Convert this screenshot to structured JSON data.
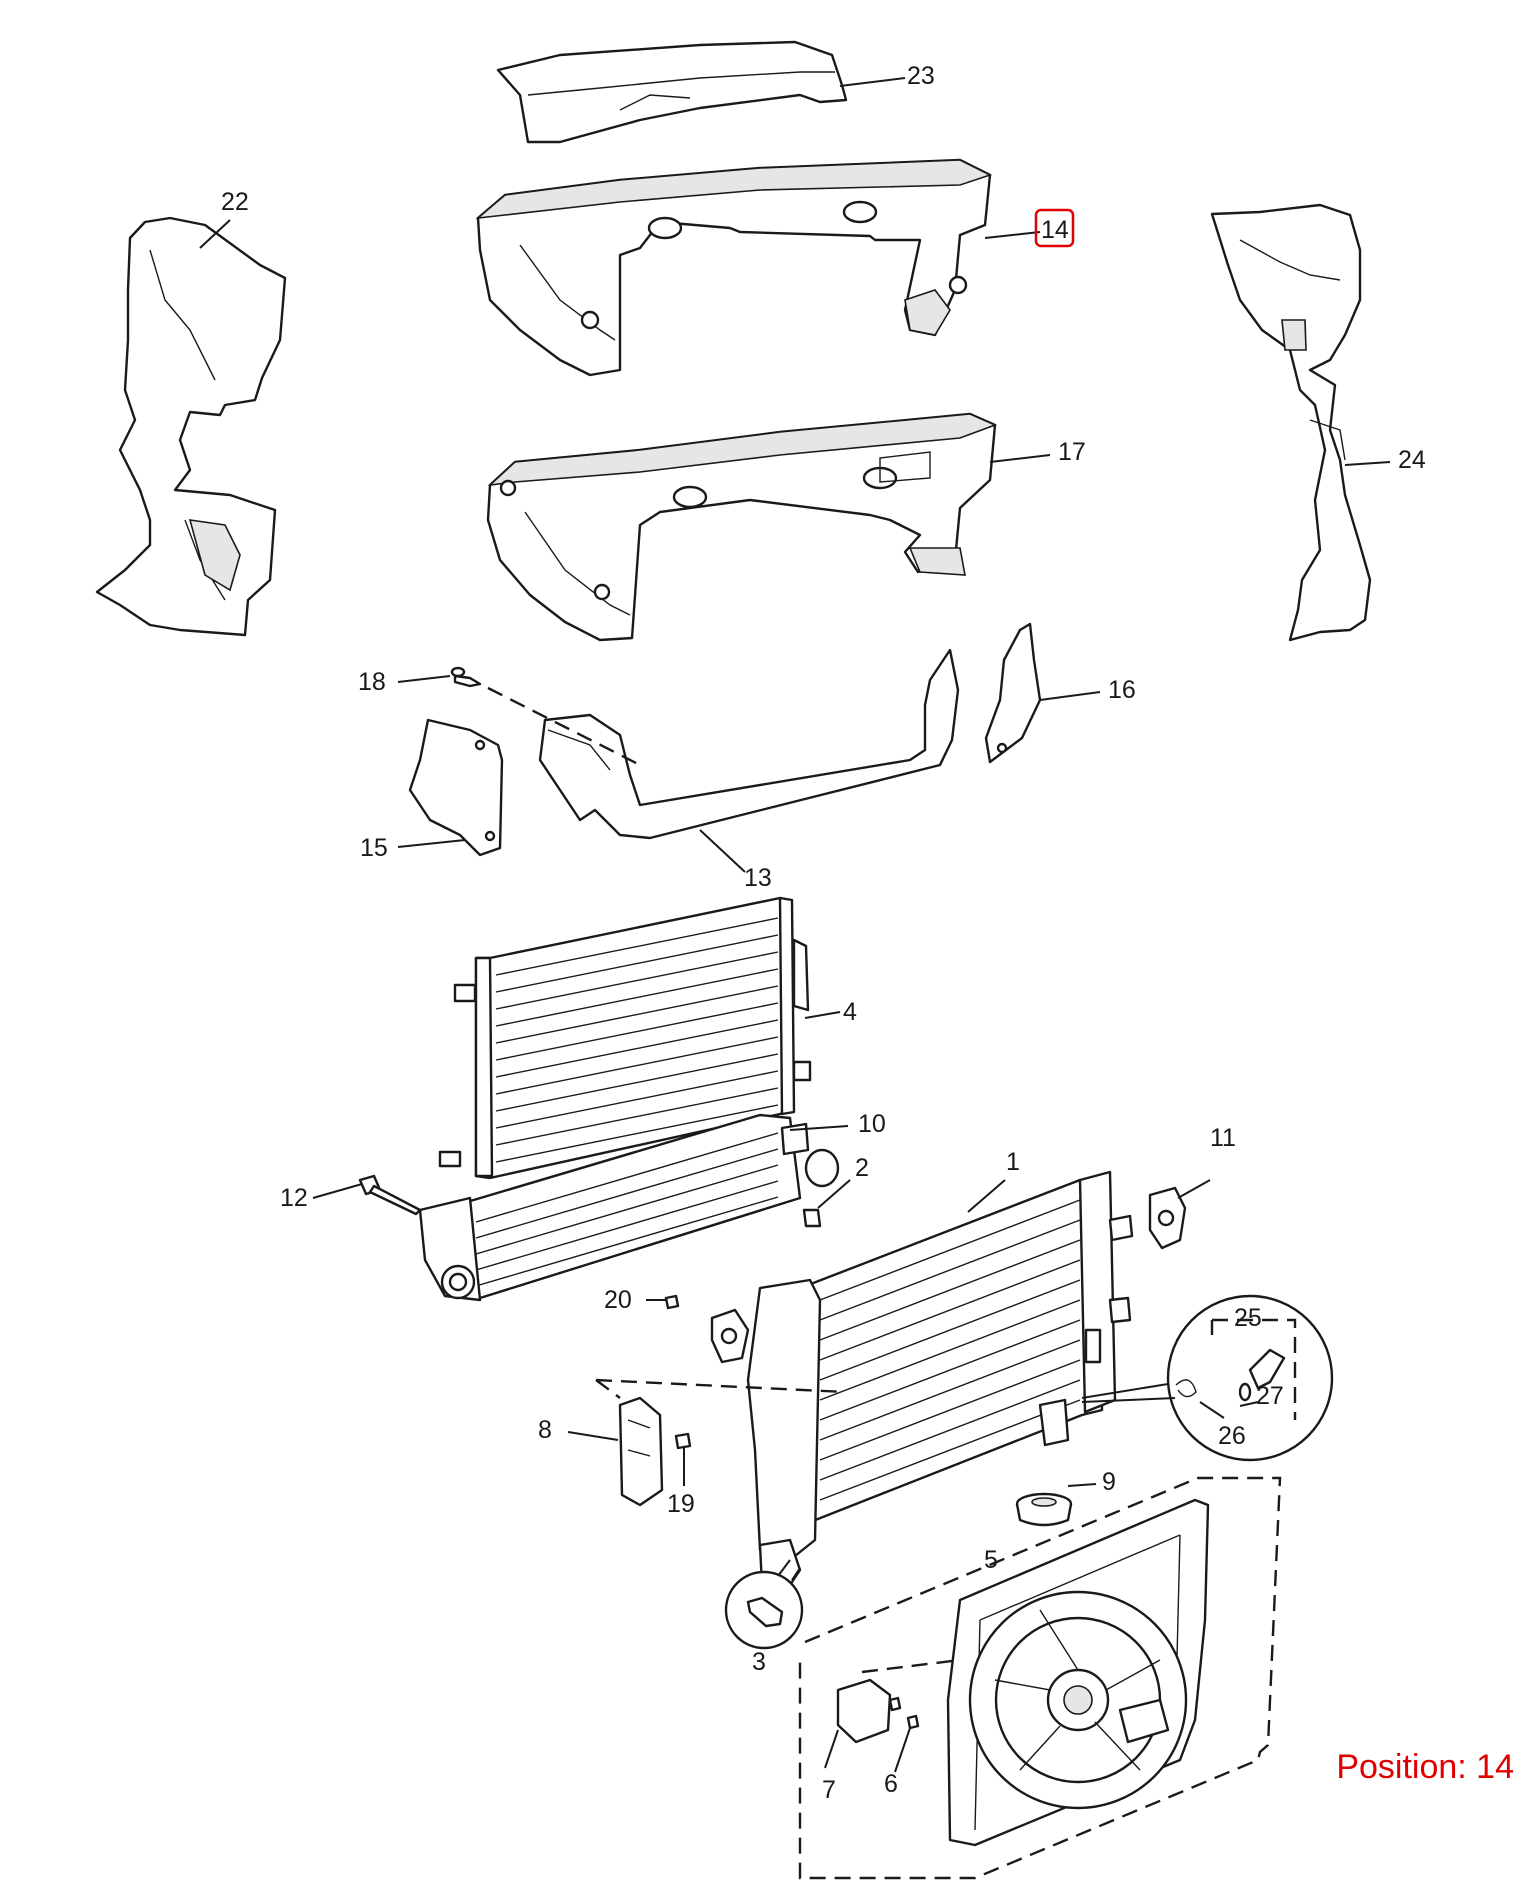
{
  "callouts": [
    "23",
    "14",
    "22",
    "24",
    "17",
    "16",
    "18",
    "15",
    "13",
    "4",
    "10",
    "12",
    "2",
    "1",
    "11",
    "20",
    "25",
    "27",
    "26",
    "8",
    "9",
    "19",
    "5",
    "3",
    "7",
    "6"
  ],
  "highlighted_callout": "14",
  "position_label": "Position: 14",
  "colors": {
    "highlight": "#e00000",
    "line": "#1a1a1a",
    "background": "#ffffff"
  }
}
